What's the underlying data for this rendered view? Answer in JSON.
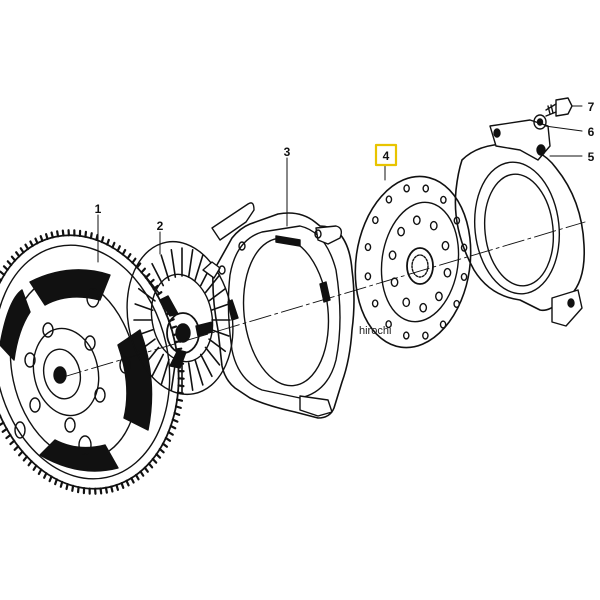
{
  "callouts": {
    "part1": "1",
    "part2": "2",
    "part3": "3",
    "part4": "4",
    "part5": "5",
    "part6": "6",
    "part7": "7"
  },
  "highlight_part": "4",
  "watermark": "hirochi",
  "colors": {
    "line": "#111111",
    "highlight_box": "#e8c400",
    "background": "#ffffff"
  }
}
